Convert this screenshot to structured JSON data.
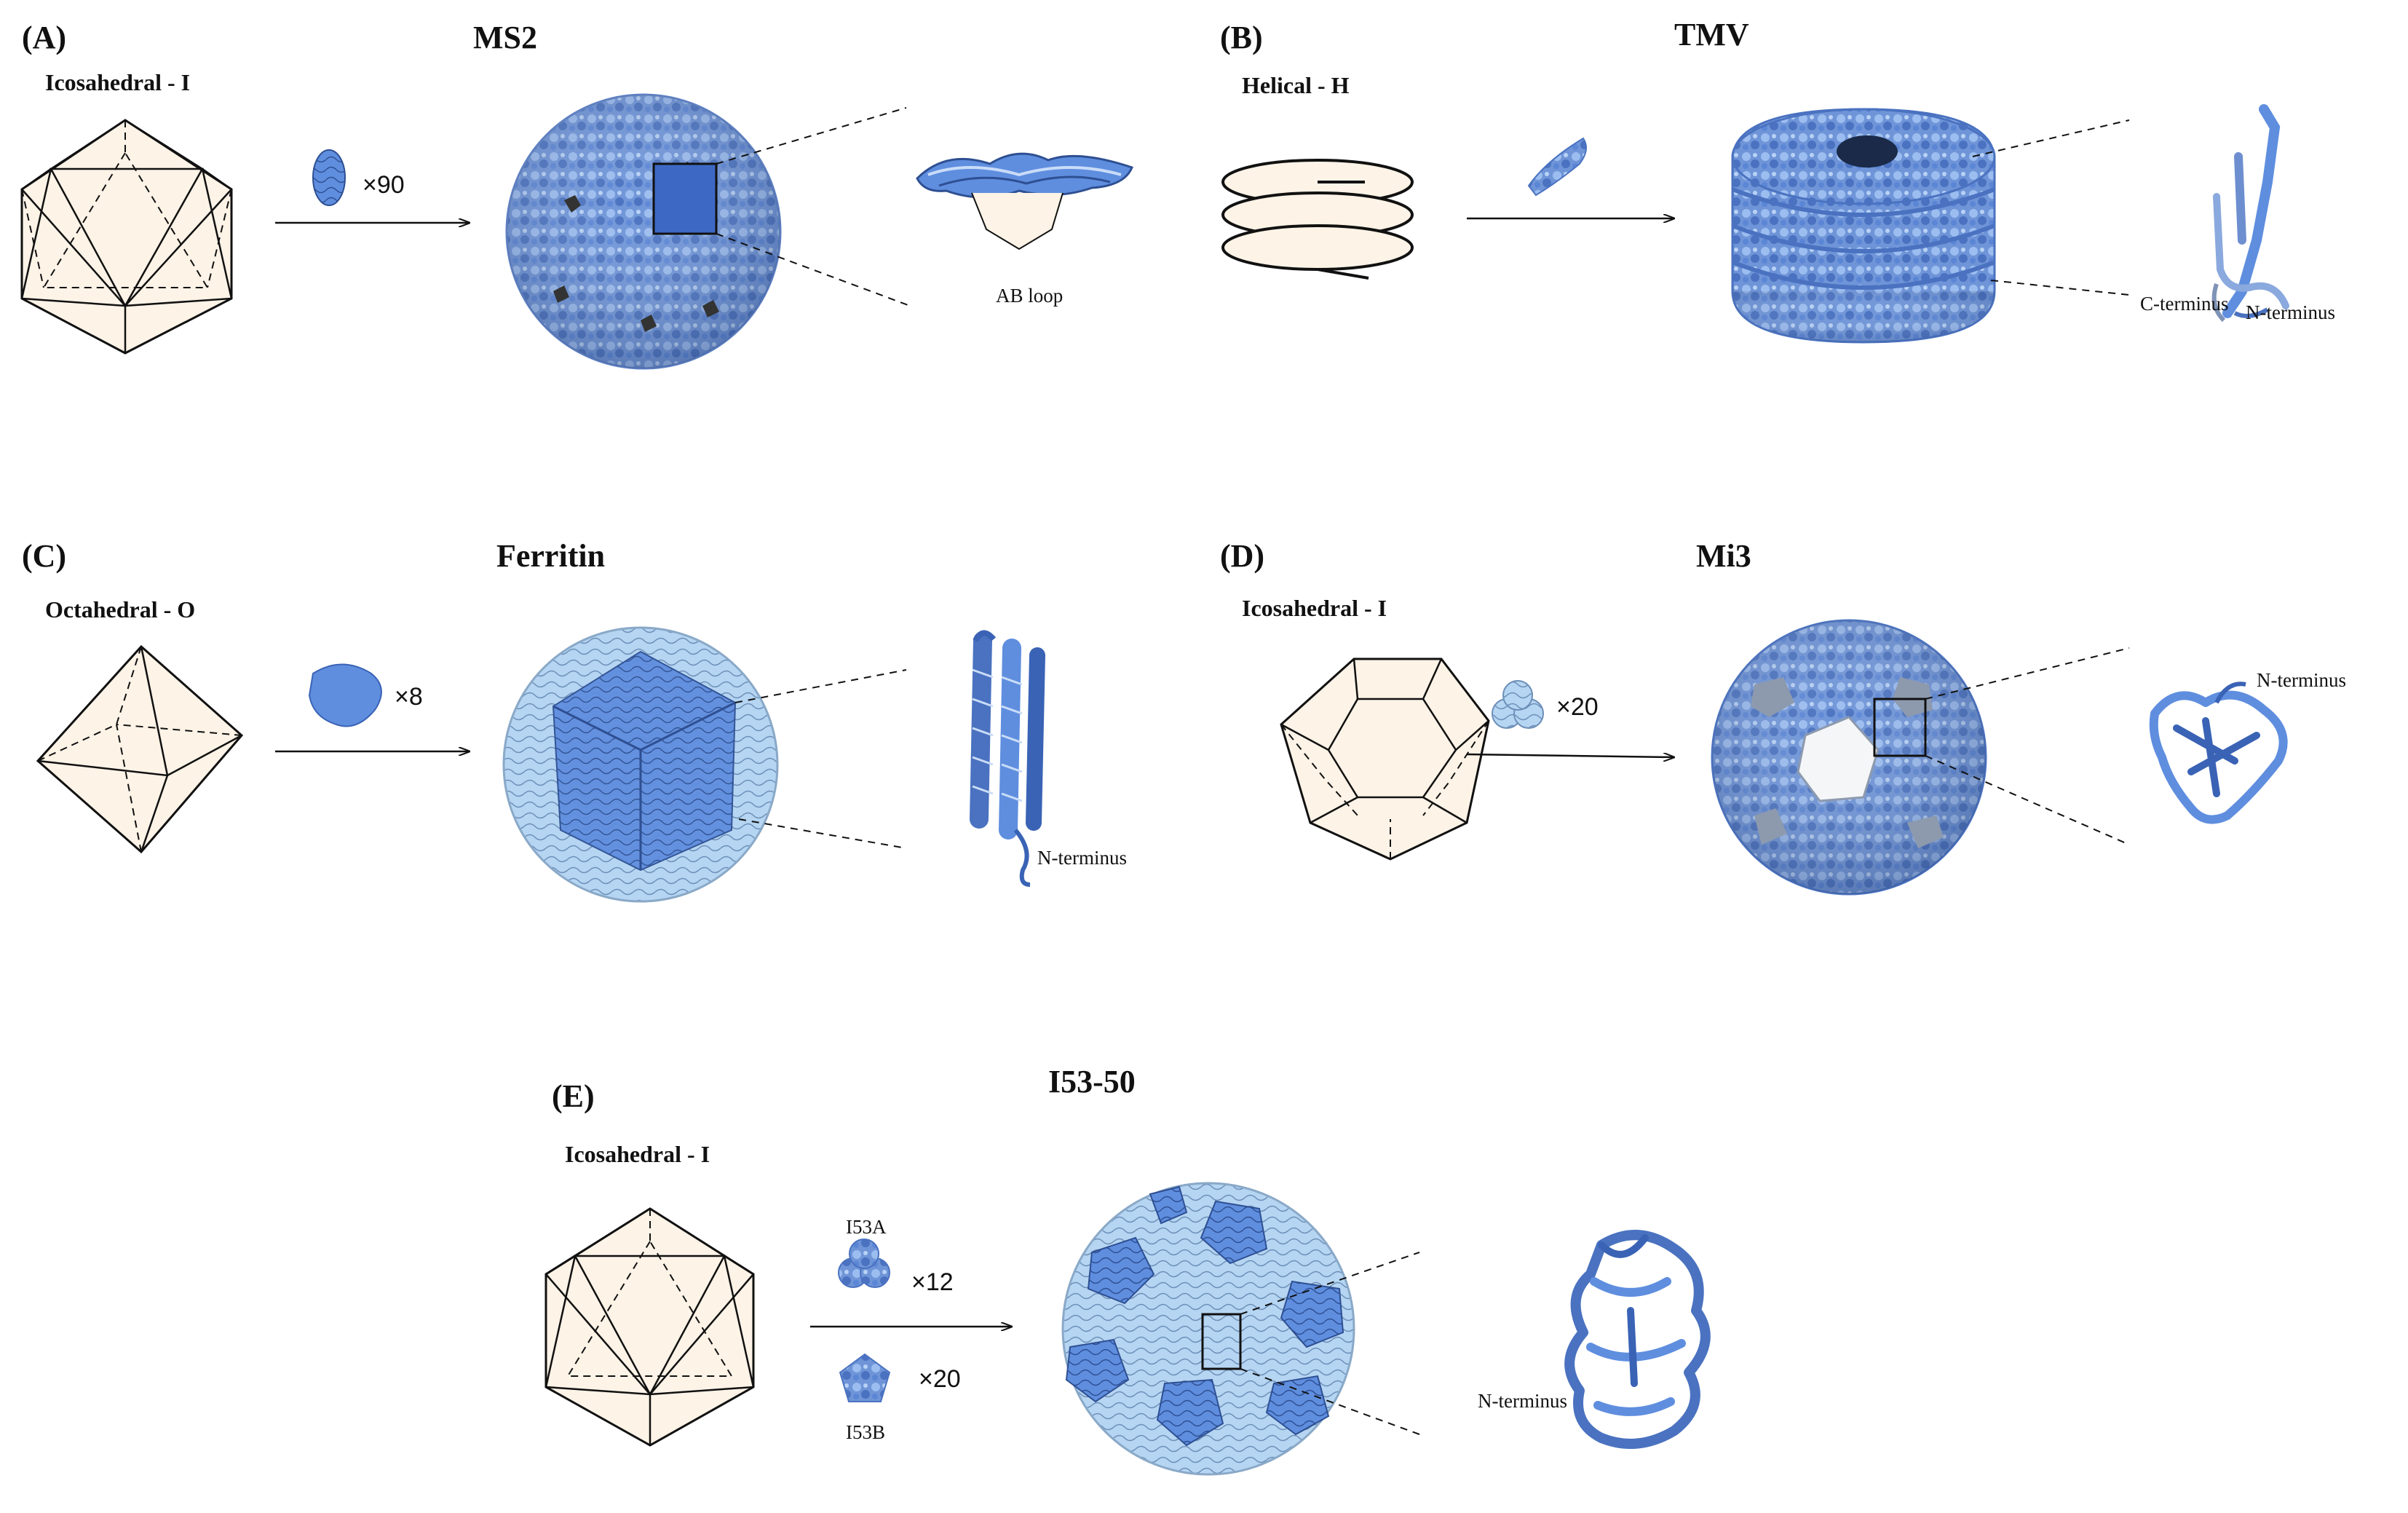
{
  "colors": {
    "polyhedron_fill": "#fdf3e7",
    "protein_dark": "#3a63b5",
    "protein_mid": "#5b86d6",
    "protein_light": "#a9cdef",
    "edge": "#111111"
  },
  "panels": {
    "A": {
      "panel_label": "(A)",
      "title": "MS2",
      "symmetry": "Icosahedral - I",
      "multiplier": "×90",
      "annotation_1": "AB loop"
    },
    "B": {
      "panel_label": "(B)",
      "title": "TMV",
      "symmetry": "Helical - H",
      "annotation_1": "C-terminus",
      "annotation_2": "N-terminus"
    },
    "C": {
      "panel_label": "(C)",
      "title": "Ferritin",
      "symmetry": "Octahedral - O",
      "multiplier": "×8",
      "annotation_1": "N-terminus"
    },
    "D": {
      "panel_label": "(D)",
      "title": "Mi3",
      "symmetry": "Icosahedral - I",
      "multiplier": "×20",
      "annotation_1": "N-terminus"
    },
    "E": {
      "panel_label": "(E)",
      "title": "I53-50",
      "symmetry": "Icosahedral - I",
      "component_a": "I53A",
      "multiplier_a": "×12",
      "component_b": "I53B",
      "multiplier_b": "×20",
      "annotation_1": "N-terminus"
    }
  }
}
